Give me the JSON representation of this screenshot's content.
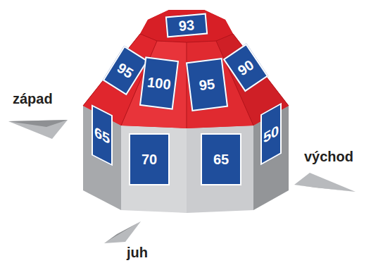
{
  "diagram": {
    "nodes": [
      {
        "text": [
          "93"
        ]
      },
      {
        "text": [
          "95"
        ]
      },
      {
        "text": [
          "100"
        ]
      },
      {
        "text": [
          "95"
        ]
      },
      {
        "text": [
          "90"
        ]
      },
      {
        "text": [
          "65"
        ]
      },
      {
        "text": [
          "70"
        ]
      },
      {
        "text": [
          "65"
        ]
      },
      {
        "text": [
          "50"
        ]
      }
    ],
    "labels": [
      "západ",
      "východ",
      "juh"
    ]
  }
}
